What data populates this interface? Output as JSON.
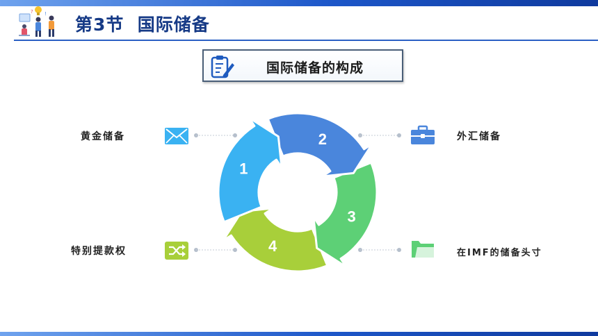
{
  "header": {
    "title": "第3节  国际储备"
  },
  "section": {
    "title": "国际储备的构成"
  },
  "cycle": {
    "segments": [
      {
        "number": "1",
        "color": "#3ab2f2"
      },
      {
        "number": "2",
        "color": "#4a86dc"
      },
      {
        "number": "3",
        "color": "#5dd076"
      },
      {
        "number": "4",
        "color": "#a8cf3a"
      }
    ]
  },
  "items": {
    "top_left": {
      "label": "黄金储备",
      "icon": "envelope-icon",
      "color": "#3ab2f2"
    },
    "top_right": {
      "label": "外汇储备",
      "icon": "briefcase-icon",
      "color": "#4a86dc"
    },
    "bottom_right": {
      "label": "在IMF的储备头寸",
      "icon": "folder-icon",
      "color": "#5dd076"
    },
    "bottom_left": {
      "label": "特别提款权",
      "icon": "shuffle-icon",
      "color": "#a8cf3a"
    }
  }
}
